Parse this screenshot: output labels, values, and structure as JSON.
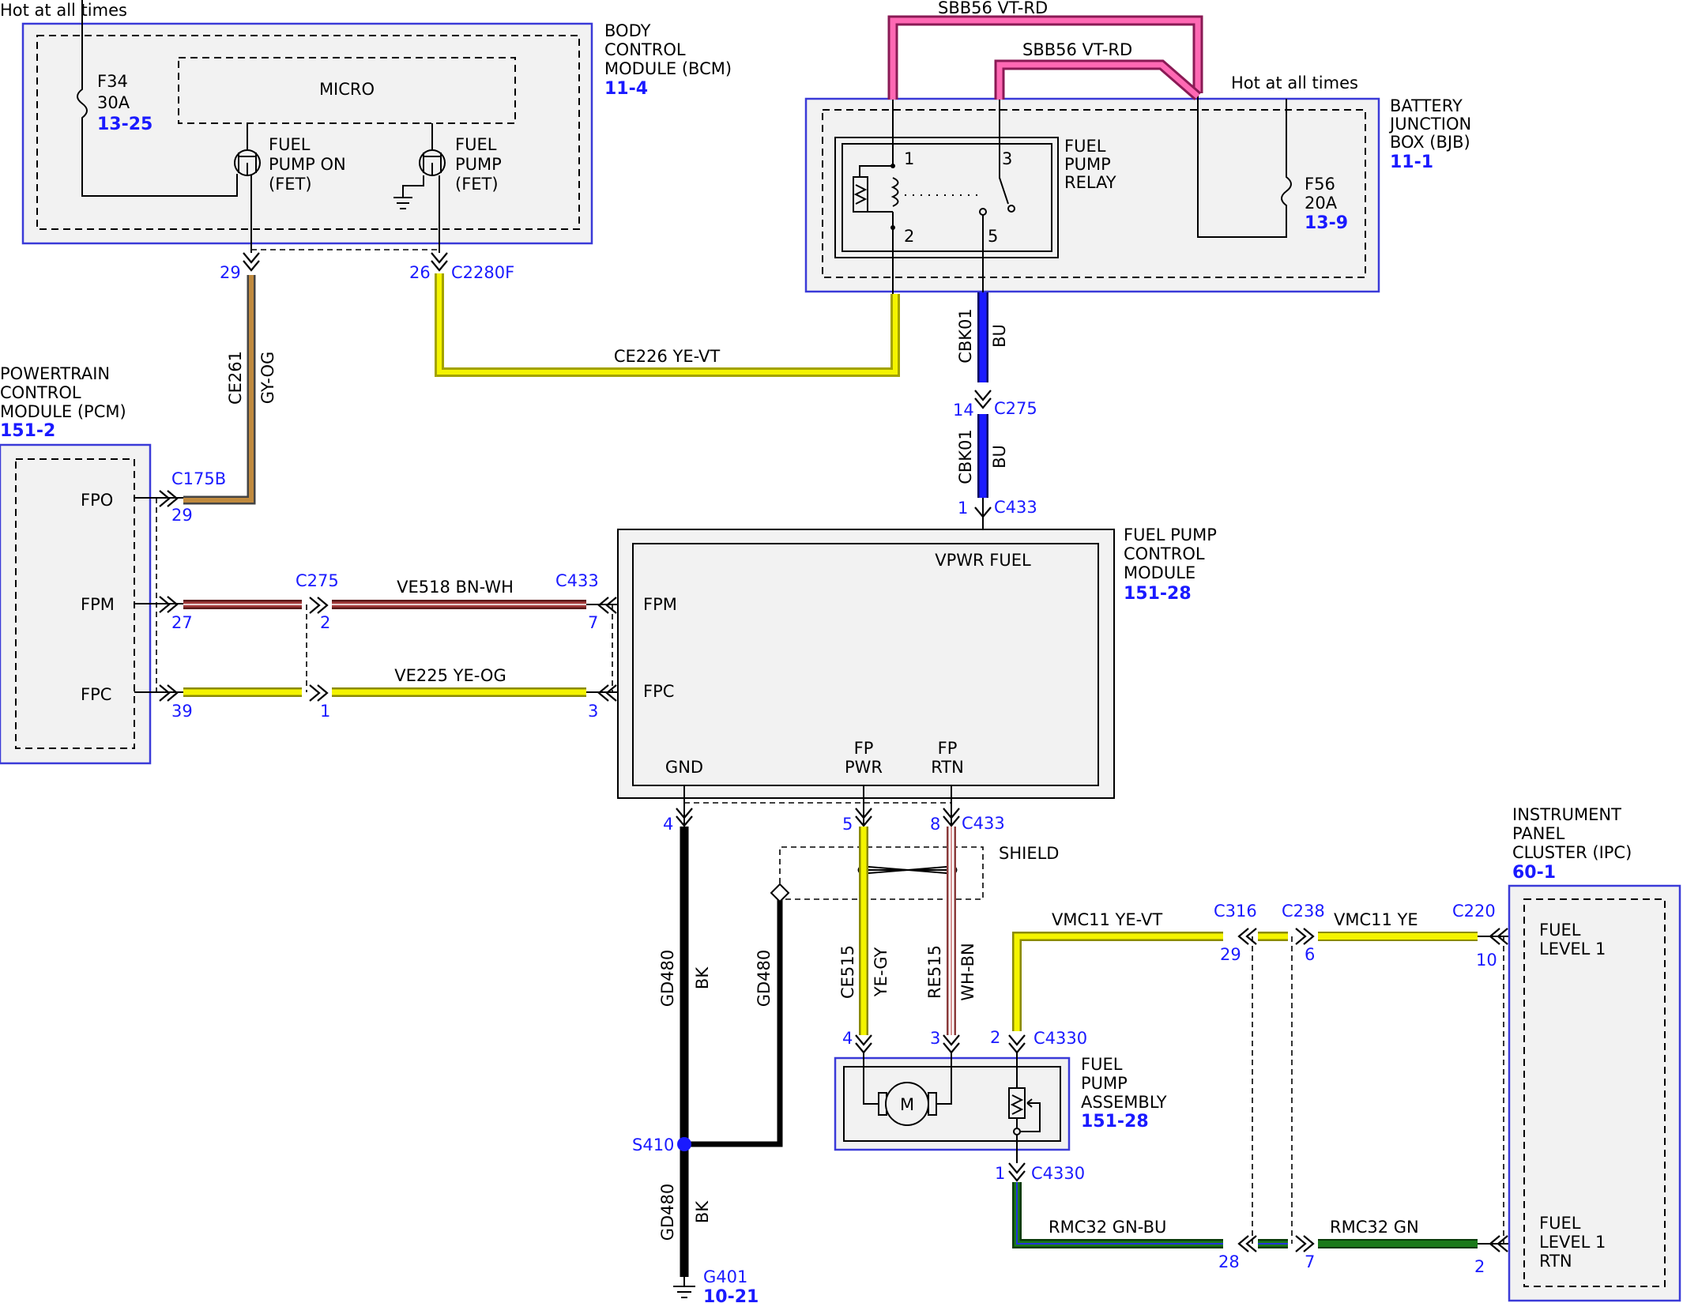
{
  "modules": {
    "bcm": {
      "name": [
        "BODY",
        "CONTROL",
        "MODULE (BCM)"
      ],
      "ref": "11-4",
      "micro": "MICRO",
      "fuse": {
        "id": "F34",
        "amps": "30A",
        "ref": "13-25"
      },
      "fet_on": [
        "FUEL",
        "PUMP ON",
        "(FET)"
      ],
      "fet": [
        "FUEL",
        "PUMP",
        "(FET)"
      ]
    },
    "bjb": {
      "name": [
        "BATTERY",
        "JUNCTION",
        "BOX (BJB)"
      ],
      "ref": "11-1",
      "relay": [
        "FUEL",
        "PUMP",
        "RELAY"
      ],
      "fuse": {
        "id": "F56",
        "amps": "20A",
        "ref": "13-9"
      },
      "relay_pins": [
        "1",
        "2",
        "3",
        "5"
      ]
    },
    "pcm": {
      "name": [
        "POWERTRAIN",
        "CONTROL",
        "MODULE (PCM)"
      ],
      "ref": "151-2",
      "pins": [
        "FPO",
        "FPM",
        "FPC"
      ]
    },
    "fpcm": {
      "name": [
        "FUEL PUMP",
        "CONTROL",
        "MODULE"
      ],
      "ref": "151-28",
      "vpwr": "VPWR FUEL",
      "fpm": "FPM",
      "fpc": "FPC",
      "gnd": "GND",
      "fp_pwr": [
        "FP",
        "PWR"
      ],
      "fp_rtn": [
        "FP",
        "RTN"
      ]
    },
    "fpa": {
      "name": [
        "FUEL",
        "PUMP",
        "ASSEMBLY"
      ],
      "ref": "151-28",
      "motor": "M"
    },
    "ipc": {
      "name": [
        "INSTRUMENT",
        "PANEL",
        "CLUSTER (IPC)"
      ],
      "ref": "60-1",
      "level": [
        "FUEL",
        "LEVEL 1"
      ],
      "level_rtn": [
        "FUEL",
        "LEVEL 1",
        "RTN"
      ]
    }
  },
  "labels": {
    "hot1": "Hot at all times",
    "hot2": "Hot at all times",
    "shield": "SHIELD",
    "splice": "S410",
    "ground": "G401",
    "ground_ref": "10-21"
  },
  "wires": {
    "sbb56_a": "SBB56  VT-RD",
    "sbb56_b": "SBB56  VT-RD",
    "ce226": "CE226  YE-VT",
    "ce261": "CE261",
    "ce261_color": "GY-OG",
    "cbk01_a": "CBK01",
    "cbk01_a_color": "BU",
    "cbk01_b": "CBK01",
    "cbk01_b_color": "BU",
    "ve518": "VE518  BN-WH",
    "ve225": "VE225  YE-OG",
    "gd480_a": "GD480",
    "gd480_a_color": "BK",
    "gd480_b": "GD480",
    "gd480_c": "GD480",
    "gd480_c_color": "BK",
    "ce515": "CE515",
    "ce515_color": "YE-GY",
    "re515": "RE515",
    "re515_color": "WH-BN",
    "vmc11_a": "VMC11    YE-VT",
    "vmc11_b": "VMC11     YE",
    "rmc32_a": "RMC32    GN-BU",
    "rmc32_b": "RMC32     GN"
  },
  "connectors": {
    "c2280f": "C2280F",
    "c2280f_p29": "29",
    "c2280f_p26": "26",
    "c175b": "C175B",
    "c175b_p29": "29",
    "c175b_p27": "27",
    "c175b_p39": "39",
    "c275_a": "C275",
    "c275_p14": "14",
    "c275_b": "C275",
    "c275_p2": "2",
    "c275_p1": "1",
    "c433_top": "C433",
    "c433_p1": "1",
    "c433_left": "C433",
    "c433_p7": "7",
    "c433_p3": "3",
    "c433_bottom": "C433",
    "c433_p4": "4",
    "c433_p5": "5",
    "c433_p8": "8",
    "c4330_top": "C4330",
    "c4330_p4": "4",
    "c4330_p3": "3",
    "c4330_p2": "2",
    "c4330_bottom": "C4330",
    "c4330_p1": "1",
    "c316": "C316",
    "c316_p29": "29",
    "c316_p28": "28",
    "c238": "C238",
    "c238_p6": "6",
    "c238_p7": "7",
    "c220": "C220",
    "c220_p10": "10",
    "c220_p2": "2"
  }
}
